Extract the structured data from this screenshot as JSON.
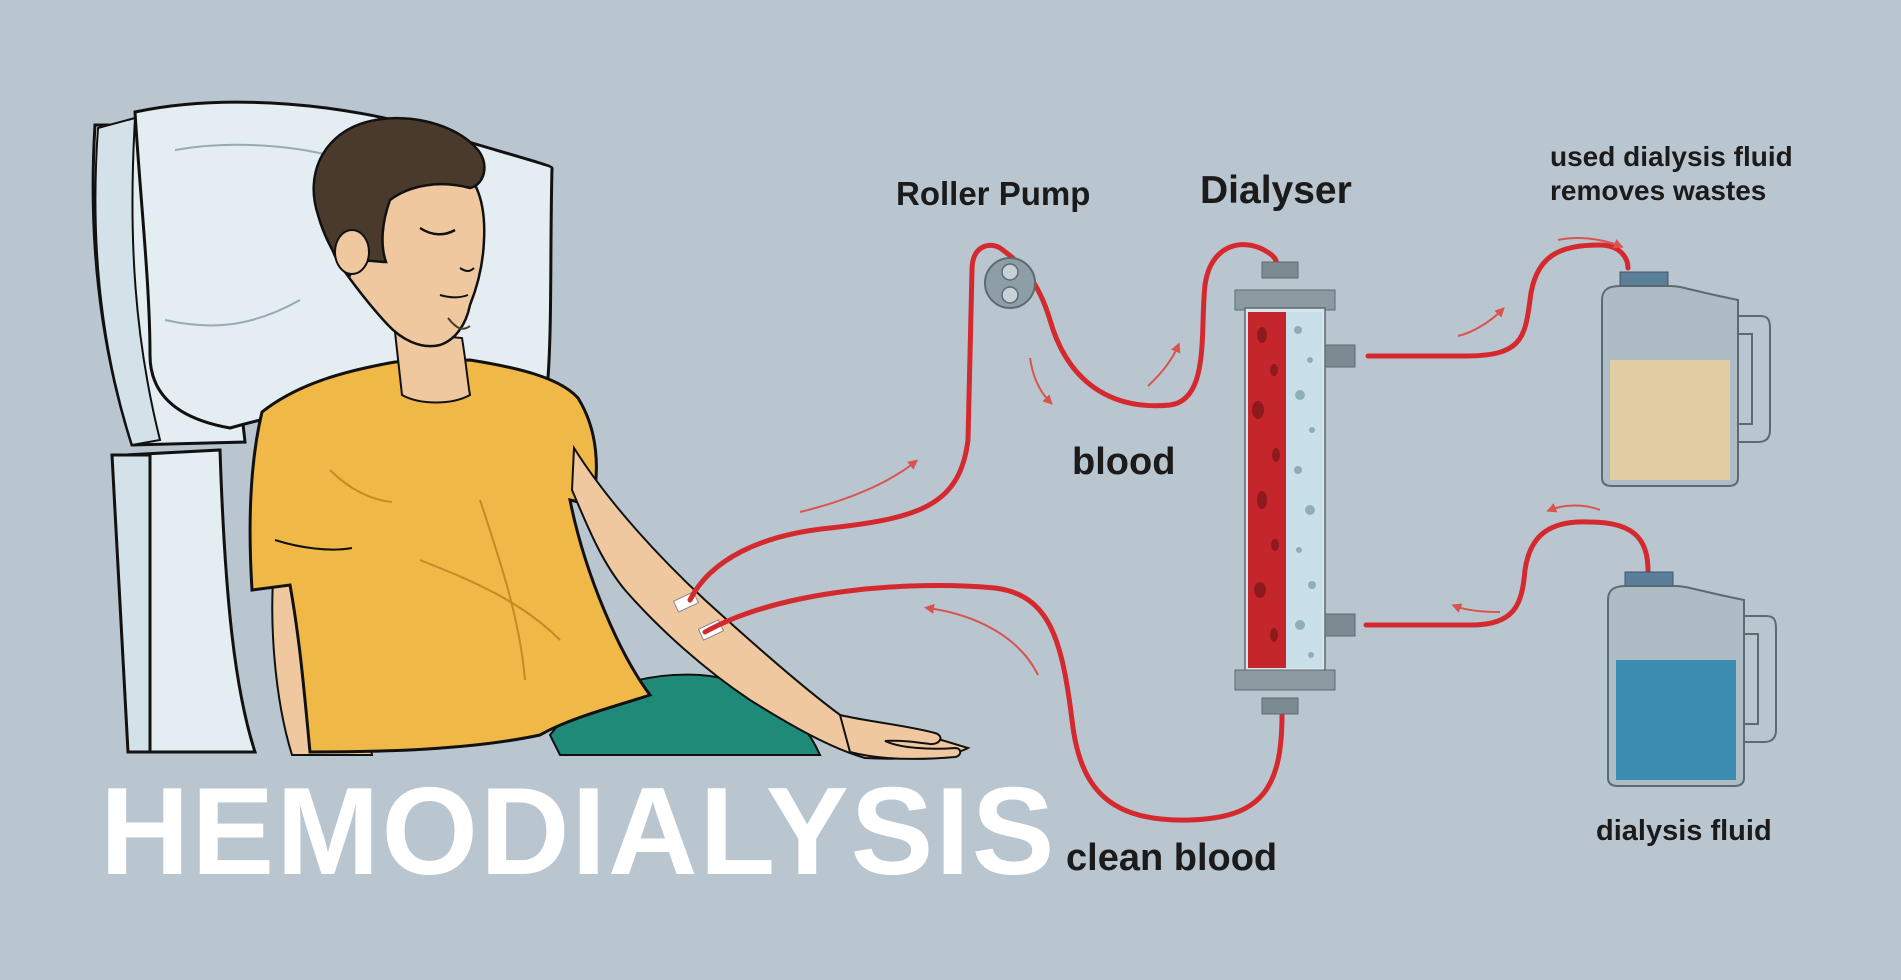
{
  "title": "HEMODIALYSIS",
  "labels": {
    "roller_pump": "Roller Pump",
    "dialyser": "Dialyser",
    "used_fluid": "used dialysis fluid\nremoves wastes",
    "blood": "blood",
    "clean_blood": "clean blood",
    "dialysis_fluid": "dialysis fluid"
  },
  "colors": {
    "background": "#bac6cf",
    "tube": "#d42a2f",
    "flow_arrow": "#d9534f",
    "blood": "#c4262b",
    "dialysate_clean": "#3b8db0",
    "dialysate_used": "#e0cda3",
    "shirt": "#f0b847",
    "pants": "#1f8a78",
    "pillow": "#e3edf2"
  },
  "icons": [
    "patient-illustration",
    "roller-pump-icon",
    "dialyser-icon",
    "used-fluid-jug-icon",
    "fresh-fluid-jug-icon"
  ]
}
